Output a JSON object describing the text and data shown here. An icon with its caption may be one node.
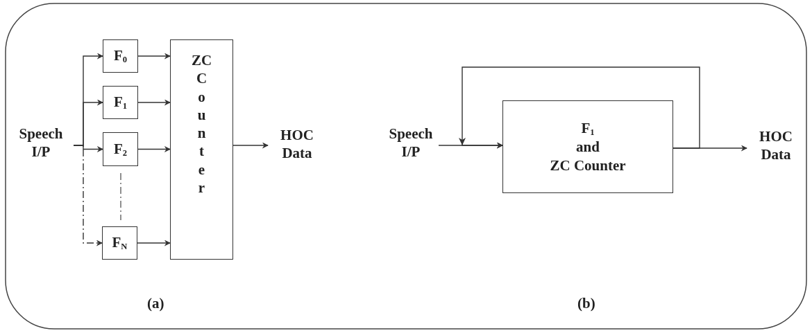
{
  "diagram": {
    "nodes": [
      {
        "text": [
          "Speech I/P"
        ]
      },
      {
        "text": [
          "F$_{0}$"
        ]
      },
      {
        "text": [
          "F$_{1}$"
        ]
      },
      {
        "text": [
          "F$_{2}$"
        ]
      },
      {
        "text": [
          "F$_{N}$"
        ]
      },
      {
        "text": [
          "ZC C o u n t e r"
        ]
      },
      {
        "text": [
          "HOC Data"
        ]
      },
      {
        "text": [
          "Speech I/P"
        ]
      },
      {
        "text": [
          "F$_{1}$ and ZC Counter"
        ]
      },
      {
        "text": [
          "HOC Data"
        ]
      }
    ],
    "edges": [
      {
        "from": 0,
        "to": 1,
        "arrow": "to"
      },
      {
        "from": 0,
        "to": 2,
        "arrow": "to"
      },
      {
        "from": 0,
        "to": 3,
        "arrow": "to"
      },
      {
        "from": 0,
        "to": 4,
        "arrow": "to",
        "style": "dashed"
      },
      {
        "from": 1,
        "to": 5,
        "arrow": "to"
      },
      {
        "from": 2,
        "to": 5,
        "arrow": "to"
      },
      {
        "from": 3,
        "to": 5,
        "arrow": "to"
      },
      {
        "from": 4,
        "to": 5,
        "arrow": "to"
      },
      {
        "from": 5,
        "to": 6,
        "arrow": "to"
      },
      {
        "from": 7,
        "to": 8,
        "arrow": "to"
      },
      {
        "from": 8,
        "to": 9,
        "arrow": "to"
      },
      {
        "from": 8,
        "to": 8,
        "arrow": "to"
      }
    ],
    "labels": [
      "(a)",
      "(b)"
    ]
  }
}
